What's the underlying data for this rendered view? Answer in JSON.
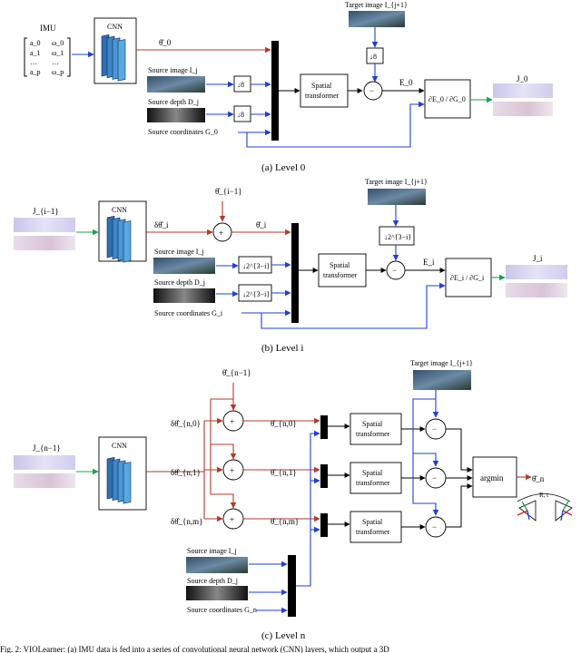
{
  "levels": [
    {
      "caption": "(a) Level 0",
      "imu_label": "IMU",
      "imu_matrix": [
        [
          "a_0",
          "ω_0"
        ],
        [
          "a_1",
          "ω_1"
        ],
        [
          "…",
          "…"
        ],
        [
          "a_p",
          "ω_p"
        ]
      ],
      "cnn_label": "CNN",
      "theta_label": "θ̂_0",
      "source_image_label": "Source image I_j",
      "source_depth_label": "Source depth D_j",
      "source_coords_label": "Source coordinates G_0",
      "downsample_label": "↓8",
      "spatial_label_1": "Spatial",
      "spatial_label_2": "transformer",
      "target_label": "Target image I_{j+1}",
      "target_down_label": "↓8",
      "minus_label": "−",
      "error_label": "E_0",
      "jacobian_label": "∂E_0 / ∂G_0",
      "output_label": "J_0"
    },
    {
      "caption": "(b) Level i",
      "input_label": "J_{i−1}",
      "cnn_label": "CNN",
      "delta_label": "δθ̂_i",
      "prev_theta_label": "θ̂_{i−1}",
      "plus_label": "+",
      "theta_label": "θ̂_i",
      "source_image_label": "Source image I_j",
      "source_depth_label": "Source depth D_j",
      "source_coords_label": "Source coordinates G_i",
      "downsample_label": "↓2^{3−i}",
      "spatial_label_1": "Spatial",
      "spatial_label_2": "transformer",
      "target_label": "Target image I_{j+1}",
      "target_down_label": "↓2^{3−i}",
      "minus_label": "−",
      "error_label": "E_i",
      "jacobian_label": "∂E_i / ∂G_i",
      "output_label": "J_i"
    },
    {
      "caption": "(c) Level n",
      "input_label": "J_{n−1}",
      "cnn_label": "CNN",
      "prev_theta_label": "θ̂_{n−1}",
      "delta_labels": [
        "δθ̂_{n,0}",
        "δθ̂_{n,1}",
        "δθ̂_{n,m}"
      ],
      "theta_labels": [
        "θ̂_{n,0}",
        "θ̂_{n,1}",
        "θ̂_{n,m}"
      ],
      "plus_label": "+",
      "spatial_label_1": "Spatial",
      "spatial_label_2": "transformer",
      "target_label": "Target image I_{j+1}",
      "minus_label": "−",
      "argmin_label": "argmin",
      "final_theta_label": "θ̂_n",
      "pose_label": "R, t",
      "source_image_label": "Source image I_j",
      "source_depth_label": "Source depth D_j",
      "source_coords_label": "Source coordinates G_n"
    }
  ],
  "footer_text": "Fig. 2: VIOLearner: (a) IMU data is fed into a series of convolutional neural network (CNN) layers, which output a 3D"
}
